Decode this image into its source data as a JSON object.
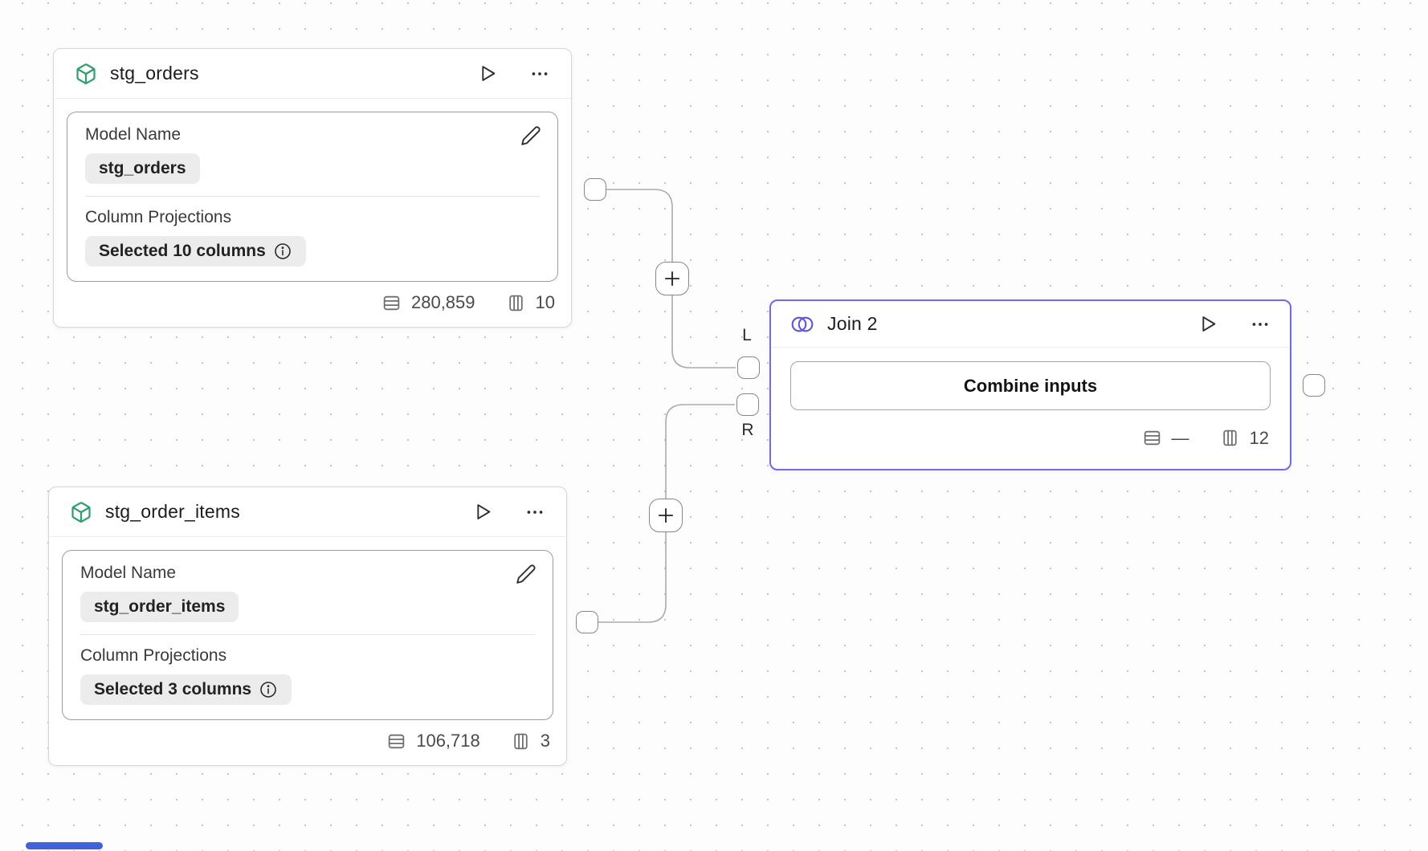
{
  "canvas": {
    "background": "#fdfdfd",
    "dot_color": "#c7c7c7",
    "edge_color": "#ababab",
    "scrollbar_color": "#3e63dd"
  },
  "icons": {
    "model_icon": "box-icon",
    "join_icon": "overlapping-circles-icon",
    "run_icon": "play-icon",
    "menu_icon": "ellipsis-icon",
    "edit_icon": "pencil-icon",
    "info_icon": "info-circle-icon",
    "rows_icon": "table-rows-icon",
    "columns_icon": "table-columns-icon"
  },
  "nodes": {
    "stg_orders": {
      "title": "stg_orders",
      "accent": "#2e9e6b",
      "model_name_label": "Model Name",
      "model_name_value": "stg_orders",
      "column_projections_label": "Column Projections",
      "column_projections_value": "Selected 10 columns",
      "row_count": "280,859",
      "column_count": "10"
    },
    "stg_order_items": {
      "title": "stg_order_items",
      "accent": "#2e9e6b",
      "model_name_label": "Model Name",
      "model_name_value": "stg_order_items",
      "column_projections_label": "Column Projections",
      "column_projections_value": "Selected 3 columns",
      "row_count": "106,718",
      "column_count": "3"
    },
    "join": {
      "title": "Join 2",
      "accent": "#7568f0",
      "icon_color": "#5a55e0",
      "combine_button_label": "Combine inputs",
      "row_count_display": "—",
      "column_count": "12",
      "left_port_label": "L",
      "right_port_label": "R"
    }
  }
}
